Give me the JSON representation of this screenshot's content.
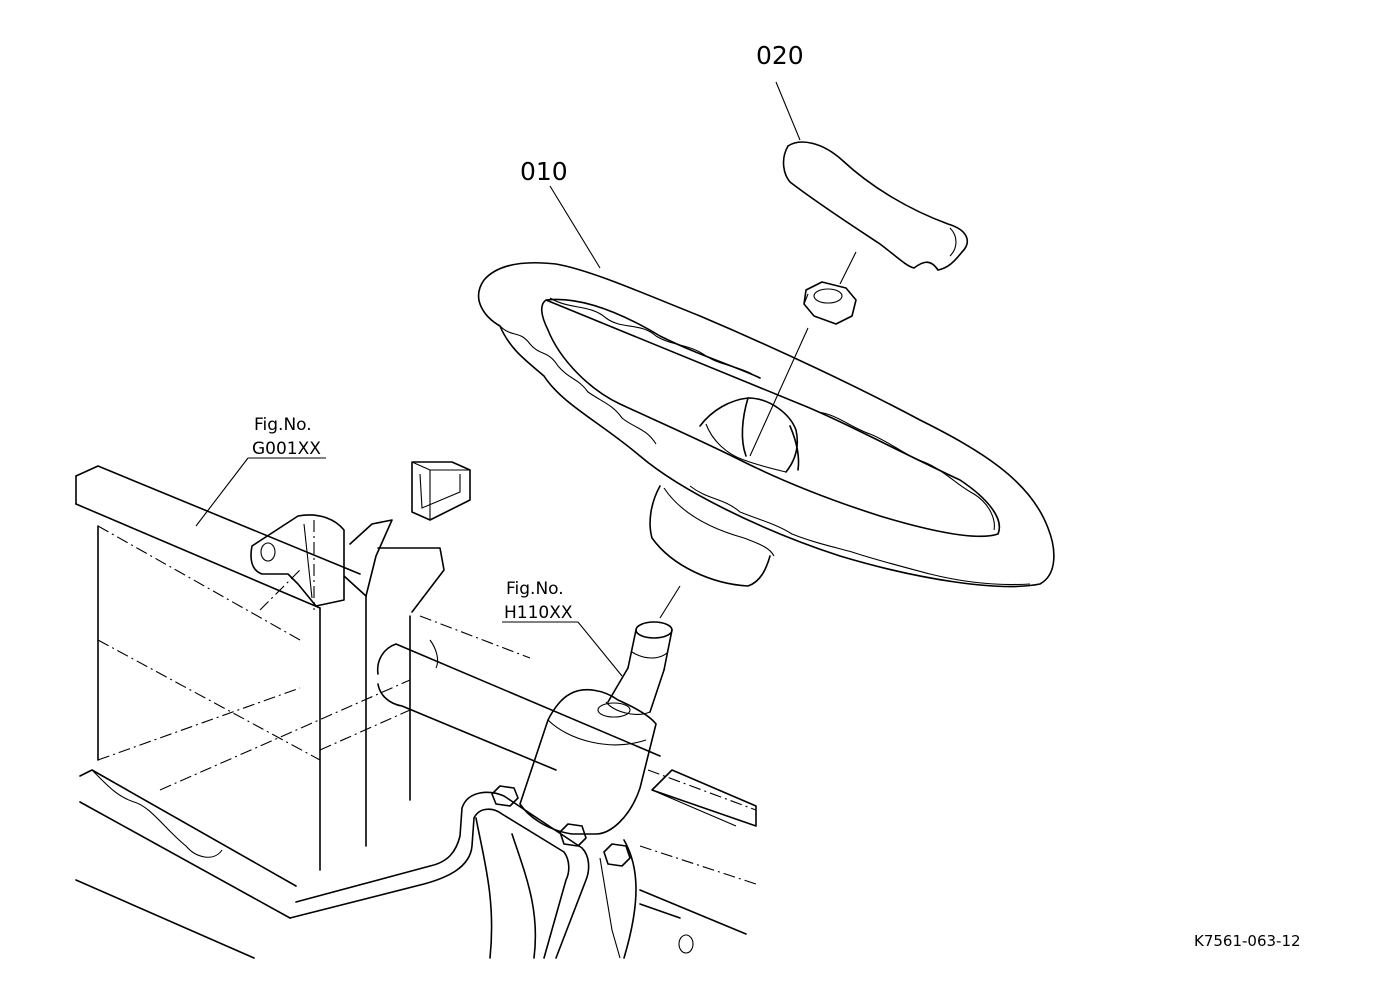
{
  "parts": {
    "steering_wheel": {
      "number": "010"
    },
    "cap": {
      "number": "020"
    }
  },
  "references": {
    "frame": {
      "line1": "Fig.No.",
      "line2": "G001XX"
    },
    "column": {
      "line1": "Fig.No.",
      "line2": "H110XX"
    }
  },
  "drawing_code": "K7561-063-12"
}
